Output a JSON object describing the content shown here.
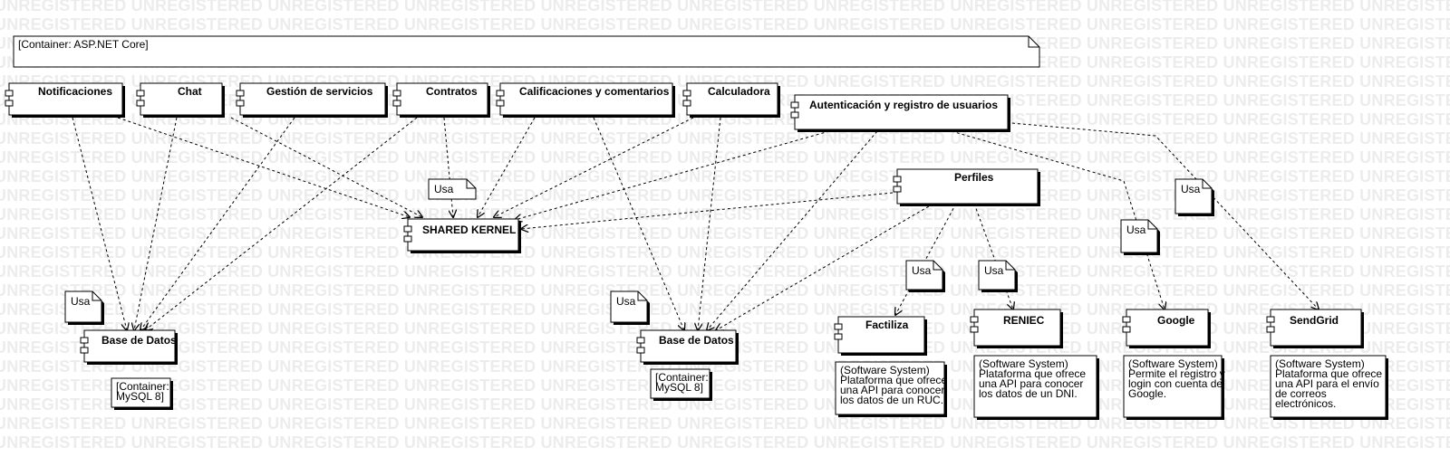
{
  "watermark": "UNREGISTERED UNREGISTERED UNREGISTERED UNREGISTERED UNREGISTERED UNREGISTERED UNREGISTERED UNREGISTERED UNREGISTERED UNREGISTERED UNREGISTERED UNREGISTERED",
  "container_note": "[Container: ASP.NET Core]",
  "components": {
    "notificaciones": "Notificaciones",
    "chat": "Chat",
    "gestion": "Gestión de servicios",
    "contratos": "Contratos",
    "calificaciones": "Calificaciones y comentarios",
    "calculadora": "Calculadora",
    "autenticacion": "Autenticación y registro de usuarios",
    "perfiles": "Perfiles",
    "shared_kernel": "SHARED KERNEL",
    "db1": "Base de Datos",
    "db2": "Base de Datos",
    "factiliza": "Factiliza",
    "reniec": "RENIEC",
    "google": "Google",
    "sendgrid": "SendGrid"
  },
  "notes": {
    "usa_contratos": "Usa",
    "usa_db1": "Usa",
    "usa_db2": "Usa",
    "usa_factiliza": "Usa",
    "usa_reniec": "Usa",
    "usa_google": "Usa",
    "usa_sendgrid": "Usa",
    "db1_container": [
      "[Container:",
      "MySQL 8]"
    ],
    "db2_container": [
      "[Container:",
      "MySQL 8]"
    ],
    "factiliza_desc": [
      "(Software System)",
      "Plataforma que ofrece",
      "una API para conocer",
      "los datos de un RUC."
    ],
    "reniec_desc": [
      "(Software System)",
      "Plataforma que ofrece",
      "una API para conocer",
      "los datos de un DNI."
    ],
    "google_desc": [
      "(Software System)",
      "Permite el registro y",
      "login con cuenta de",
      "Google."
    ],
    "sendgrid_desc": [
      "(Software System)",
      "Plataforma que ofrece",
      "una API para el envío",
      "de correos",
      "electrónicos."
    ]
  }
}
